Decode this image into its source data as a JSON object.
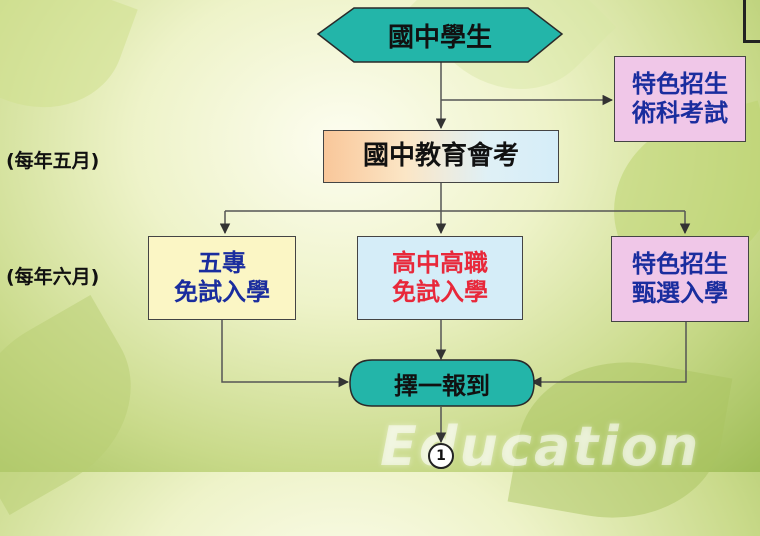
{
  "nodes": {
    "start": "國中學生",
    "arts_exam": [
      "特色招生",
      "術科考試"
    ],
    "cap_exam": "國中教育會考",
    "five_year": [
      "五專",
      "免試入學"
    ],
    "high_school": [
      "高中高職",
      "免試入學"
    ],
    "special_select": [
      "特色招生",
      "甄選入學"
    ],
    "choose": "擇一報到",
    "connector": "1"
  },
  "side_labels": {
    "may": "(每年五月)",
    "june": "(每年六月)"
  },
  "watermark": "Education",
  "colors": {
    "teal": "#23b5a9",
    "pink": "#f0c7e8",
    "yellow": "#fbf6c5",
    "light_blue": "#d5edf8",
    "red_text": "#e8283a",
    "blue_text": "#1a2d9e"
  }
}
